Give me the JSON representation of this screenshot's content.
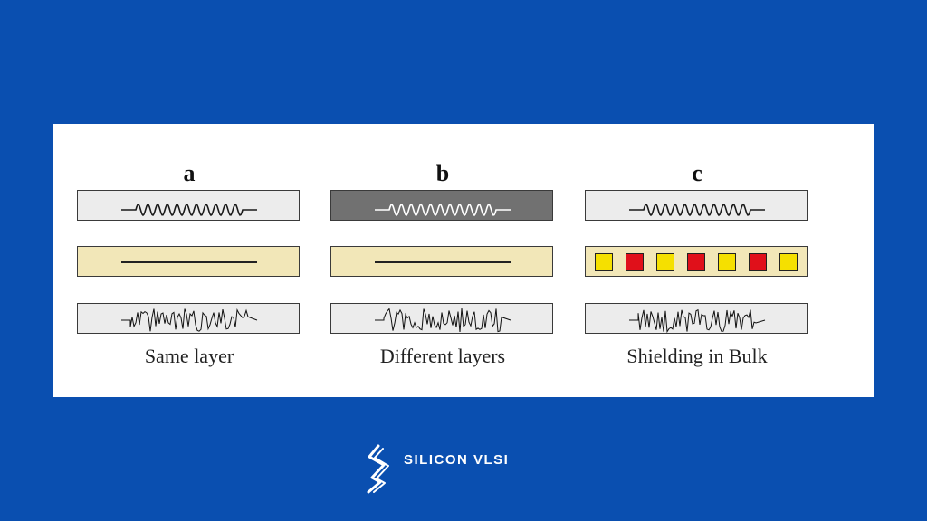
{
  "colors": {
    "background": "#0a4fb0",
    "strip_light": "#ececec",
    "strip_dark": "#717171",
    "strip_insulator": "#f2e7b8",
    "shield_yellow": "#f5e000",
    "shield_red": "#e0101a"
  },
  "panels": [
    {
      "label": "a",
      "caption": "Same layer",
      "top_style": "light",
      "middle_style": "line"
    },
    {
      "label": "b",
      "caption": "Different layers",
      "top_style": "dark",
      "middle_style": "line"
    },
    {
      "label": "c",
      "caption": "Shielding in Bulk",
      "top_style": "light",
      "middle_style": "squares",
      "squares": [
        "yellow",
        "red",
        "yellow",
        "red",
        "yellow",
        "red",
        "yellow"
      ]
    }
  ],
  "brand": {
    "name": "SILICON VLSI",
    "icon": "lightning-s-logo-icon"
  }
}
